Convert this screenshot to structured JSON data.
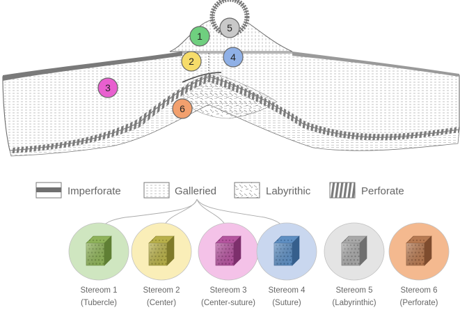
{
  "zones": [
    {
      "id": "1",
      "label": "1",
      "color": "#6fcf7f"
    },
    {
      "id": "2",
      "label": "2",
      "color": "#f6dc6a"
    },
    {
      "id": "3",
      "label": "3",
      "color": "#e85fcf"
    },
    {
      "id": "4",
      "label": "4",
      "color": "#8fb0e6"
    },
    {
      "id": "5",
      "label": "5",
      "color": "#c9c9c9"
    },
    {
      "id": "6",
      "label": "6",
      "color": "#f2a06e"
    }
  ],
  "legend": [
    {
      "key": "imperforate",
      "label": "Imperforate"
    },
    {
      "key": "galleried",
      "label": "Galleried"
    },
    {
      "key": "labyrithic",
      "label": "Labyrithic"
    },
    {
      "key": "perforate",
      "label": "Perforate"
    }
  ],
  "stereoms": [
    {
      "name": "Stereom 1",
      "sub": "(Tubercle)",
      "bg": "#cfe6c0",
      "cube": "#8fb35a",
      "dark": "#5f7f34"
    },
    {
      "name": "Stereom 2",
      "sub": "(Center)",
      "bg": "#faeeb8",
      "cube": "#b8b04a",
      "dark": "#7f7a2a"
    },
    {
      "name": "Stereom 3",
      "sub": "(Center-suture)",
      "bg": "#f4c2e8",
      "cube": "#b5559f",
      "dark": "#7d2f6c"
    },
    {
      "name": "Stereom 4",
      "sub": "(Suture)",
      "bg": "#c9d7ef",
      "cube": "#5f8fc2",
      "dark": "#365f8c"
    },
    {
      "name": "Stereom 5",
      "sub": "(Labyrinthic)",
      "bg": "#e4e4e4",
      "cube": "#a8a8a8",
      "dark": "#6f6f6f"
    },
    {
      "name": "Stereom 6",
      "sub": "(Perforate)",
      "bg": "#f4b98f",
      "cube": "#b77a52",
      "dark": "#7e4c2e"
    }
  ]
}
